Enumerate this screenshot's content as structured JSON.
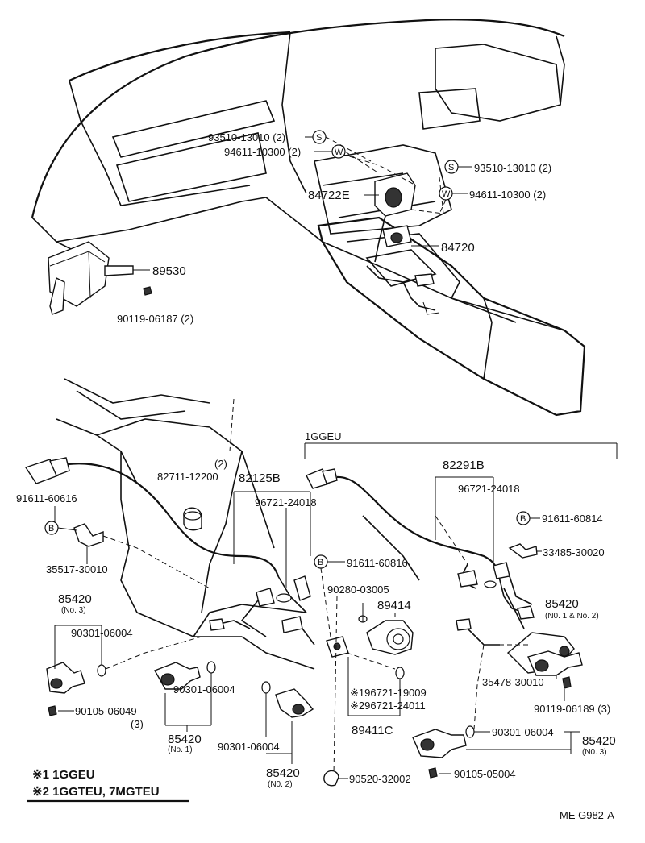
{
  "parts": {
    "p93510_top": "93510-13010 (2)",
    "p94611_top": "94611-10300 (2)",
    "p93510_right": "93510-13010 (2)",
    "p94611_right": "94611-10300 (2)",
    "p84722E": "84722E",
    "p84720": "84720",
    "p89530": "89530",
    "p90119_06187": "90119-06187 (2)",
    "group_1ggeu": "1GGEU",
    "p82291B": "82291B",
    "p96721_24018_r": "96721-24018",
    "p91611_60814": "91611-60814",
    "p33485_30020": "33485-30020",
    "p82711_qty": "(2)",
    "p82711": "82711-12200",
    "p82125B": "82125B",
    "p96721_24018_l": "96721-24018",
    "p91611_60616": "91611-60616",
    "p35517_30010": "35517-30010",
    "p91611_60816": "91611-60816",
    "p85420_no3_a": "85420",
    "p85420_no3_a_sub": "(No. 3)",
    "p90301_06004_a": "90301-06004",
    "p90280_03005": "90280-03005",
    "p89414": "89414",
    "p85420_no12": "85420",
    "p85420_no12_sub": "(N0. 1 & No. 2)",
    "p35478_30010": "35478-30010",
    "p90119_06189": "90119-06189 (3)",
    "p90105_06049": "90105-06049",
    "p90105_06049_qty": "(3)",
    "p90301_06004_b": "90301-06004",
    "p85420_no1": "85420",
    "p85420_no1_sub": "(No. 1)",
    "p196721": "※196721-19009",
    "p296721": "※296721-24011",
    "p89411C": "89411C",
    "p90301_06004_c": "90301-06004",
    "p85420_no3_b": "85420",
    "p85420_no3_b_sub": "(N0. 3)",
    "p90301_06004_d": "90301-06004",
    "p85420_no2": "85420",
    "p85420_no2_sub": "(N0. 2)",
    "p90520_32002": "90520-32002",
    "p90105_05004": "90105-05004"
  },
  "symbols": {
    "s": "S",
    "w": "W",
    "b": "B"
  },
  "notes": {
    "note1": "※1 1GGEU",
    "note2": "※2 1GGTEU, 7MGTEU"
  },
  "code": "ME  G982-A"
}
